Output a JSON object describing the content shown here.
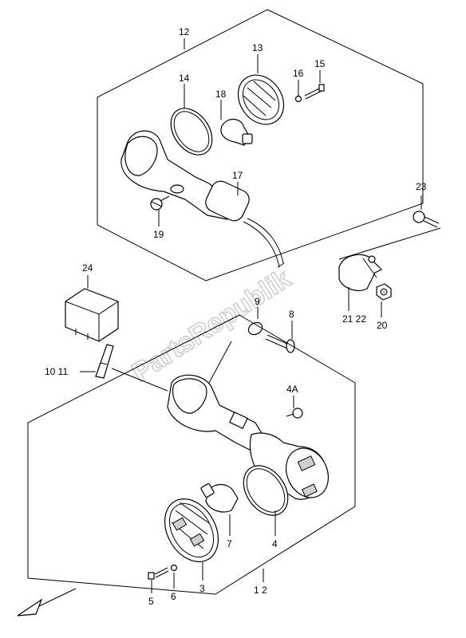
{
  "diagram": {
    "watermark": "PartsRepublik",
    "callouts": {
      "c12": "12",
      "c13": "13",
      "c14": "14",
      "c15": "15",
      "c16": "16",
      "c17": "17",
      "c18": "18",
      "c19": "19",
      "c23": "23",
      "c24": "24",
      "c9": "9",
      "c8": "8",
      "c1011": "10 11",
      "c4a": "4A",
      "c2122": "21 22",
      "c20": "20",
      "c7": "7",
      "c4": "4",
      "c5": "5",
      "c6": "6",
      "c3": "3",
      "c12b": "1  2"
    }
  }
}
